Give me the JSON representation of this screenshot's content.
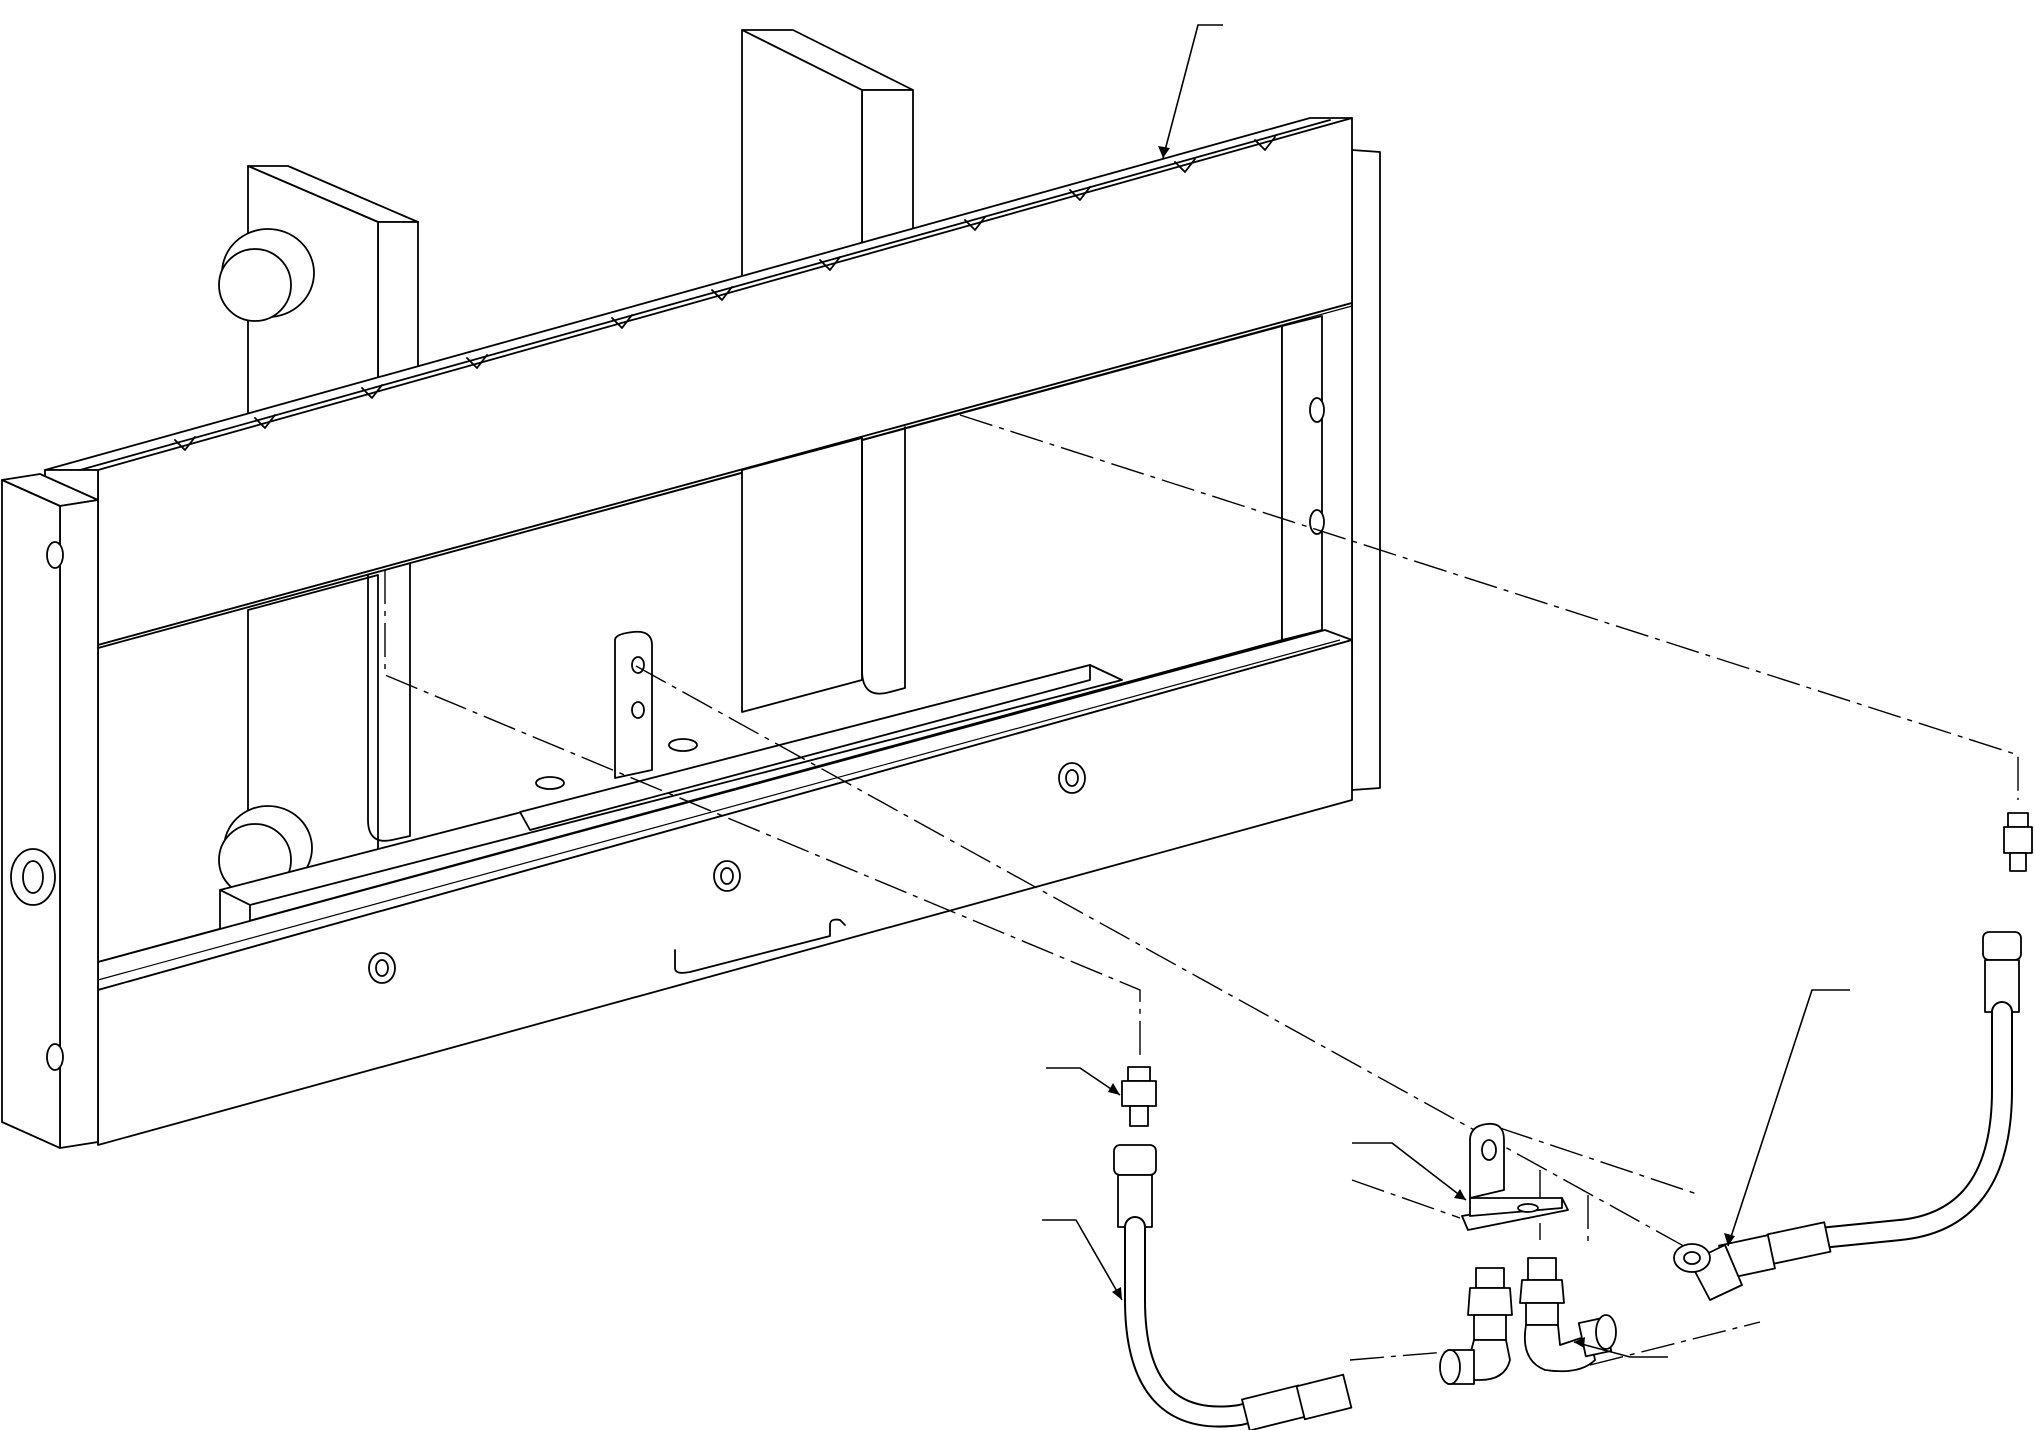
{
  "diagram": {
    "type": "exploded-assembly-line-drawing",
    "callouts": [],
    "parts": [
      "carriage-frame",
      "top-rail",
      "mounting-plates",
      "locking-pins",
      "hose-mount-bracket",
      "left-hose-assembly",
      "right-hose-assembly",
      "straight-adapter-fittings",
      "elbow-fittings"
    ]
  }
}
